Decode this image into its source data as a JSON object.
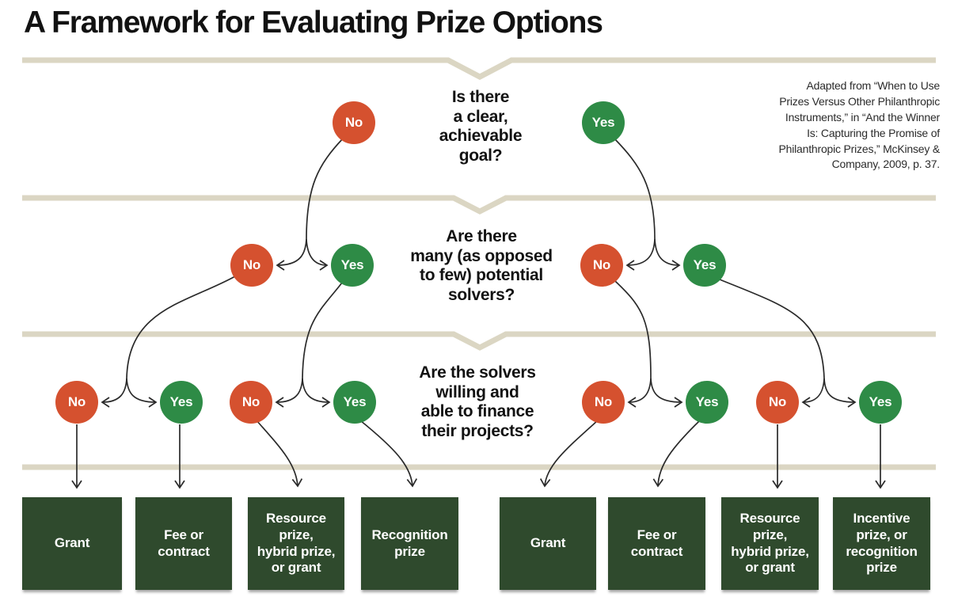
{
  "title": "A Framework for Evaluating Prize Options",
  "attribution": {
    "lines": [
      "Adapted from “When to Use",
      "Prizes Versus Other Philanthropic",
      "Instruments,” in “And the Winner",
      "Is: Capturing the Promise of",
      "Philanthropic Prizes,” McKinsey &",
      "Company, 2009, p. 37."
    ]
  },
  "questions": [
    {
      "lines": [
        "Is there",
        "a clear,",
        "achievable",
        "goal?"
      ]
    },
    {
      "lines": [
        "Are there",
        "many (as opposed",
        "to few) potential",
        "solvers?"
      ]
    },
    {
      "lines": [
        "Are the solvers",
        "willing and",
        "able to finance",
        "their projects?"
      ]
    }
  ],
  "circles": [
    {
      "label": "No"
    },
    {
      "label": "Yes"
    },
    {
      "label": "No"
    },
    {
      "label": "Yes"
    },
    {
      "label": "No"
    },
    {
      "label": "Yes"
    },
    {
      "label": "No"
    },
    {
      "label": "Yes"
    },
    {
      "label": "No"
    },
    {
      "label": "Yes"
    },
    {
      "label": "No"
    },
    {
      "label": "Yes"
    },
    {
      "label": "No"
    },
    {
      "label": "Yes"
    }
  ],
  "outcomes": [
    {
      "lines": [
        "Grant"
      ]
    },
    {
      "lines": [
        "Fee or",
        "contract"
      ]
    },
    {
      "lines": [
        "Resource",
        "prize,",
        "hybrid prize,",
        "or grant"
      ]
    },
    {
      "lines": [
        "Recognition",
        "prize"
      ]
    },
    {
      "lines": [
        "Grant"
      ]
    },
    {
      "lines": [
        "Fee or",
        "contract"
      ]
    },
    {
      "lines": [
        "Resource",
        "prize,",
        "hybrid prize,",
        "or grant"
      ]
    },
    {
      "lines": [
        "Incentive",
        "prize, or",
        "recognition",
        "prize"
      ]
    }
  ],
  "colors": {
    "no_circle": "#d5512f",
    "yes_circle": "#2e8b46",
    "outcome_box": "#2f4a2d",
    "divider": "#dbd6c3",
    "connector": "#2a2a2a",
    "text": "#121212",
    "circle_text": "#ffffff"
  }
}
